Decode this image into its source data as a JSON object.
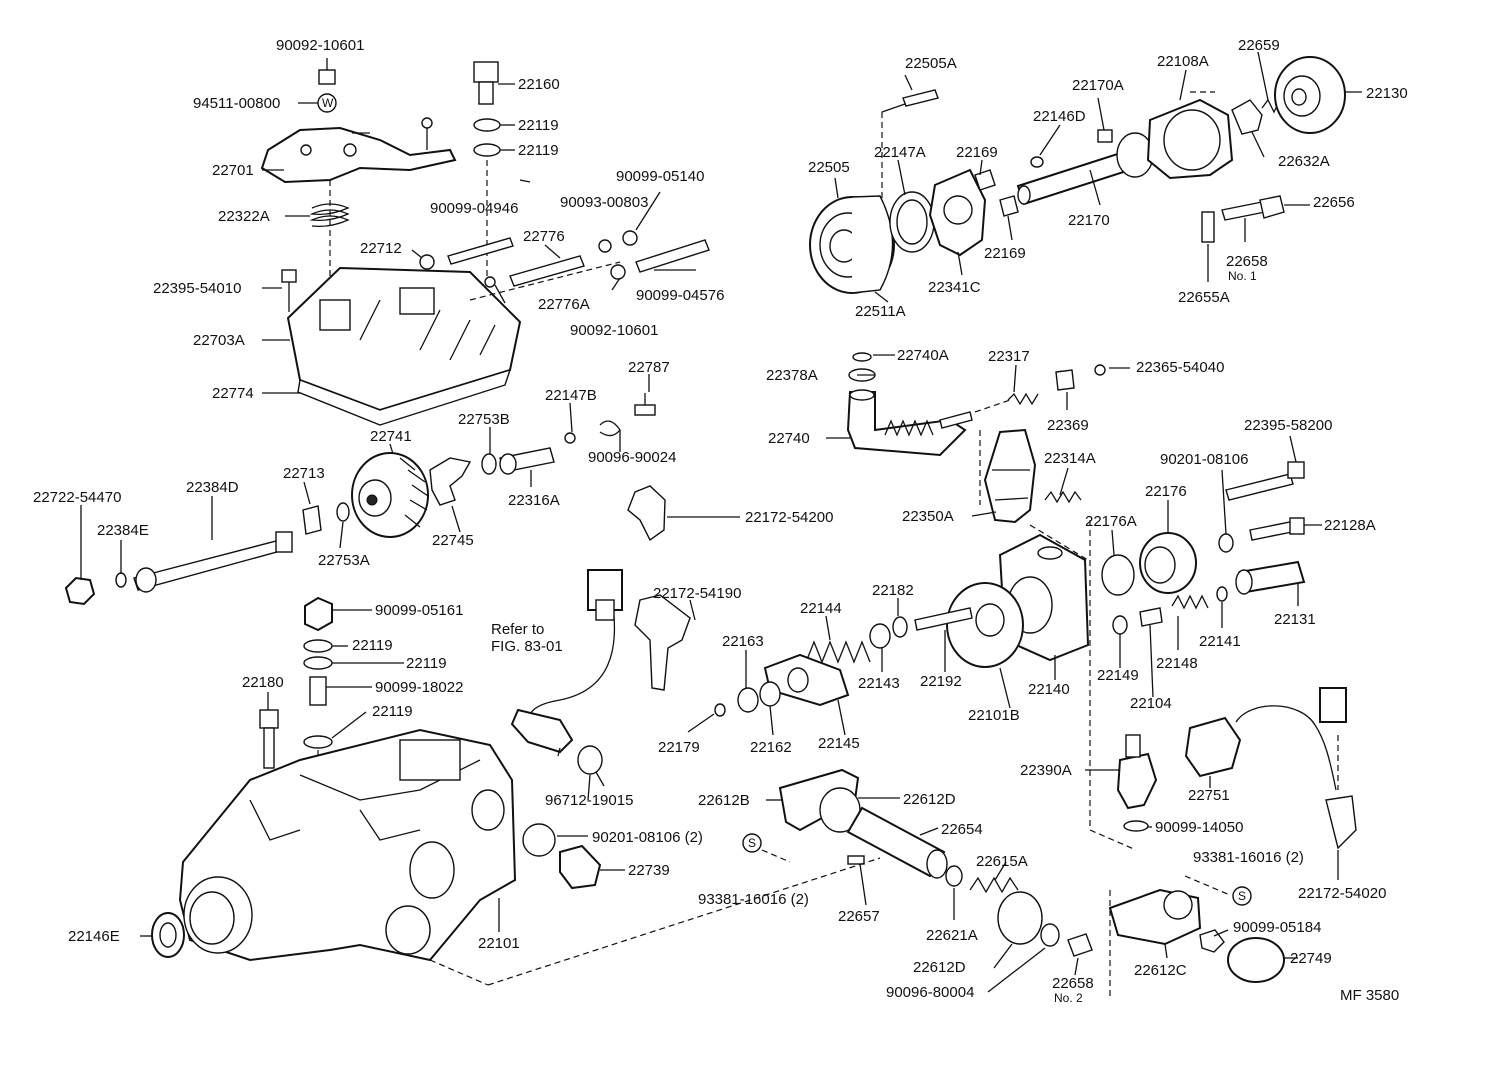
{
  "labels": [
    {
      "id": "l1",
      "text": "90092-10601"
    },
    {
      "id": "l2",
      "text": "94511-00800"
    },
    {
      "id": "l3",
      "text": "22701"
    },
    {
      "id": "l4",
      "text": "22322A"
    },
    {
      "id": "l5",
      "text": "22712"
    },
    {
      "id": "l6",
      "text": "22395-54010"
    },
    {
      "id": "l7",
      "text": "22703A"
    },
    {
      "id": "l8",
      "text": "22774"
    },
    {
      "id": "l9",
      "text": "22160"
    },
    {
      "id": "l10",
      "text": "22119"
    },
    {
      "id": "l11",
      "text": "22119"
    },
    {
      "id": "l12",
      "text": "90099-04946"
    },
    {
      "id": "l13",
      "text": "22776"
    },
    {
      "id": "l14",
      "text": "90093-00803"
    },
    {
      "id": "l15",
      "text": "90099-05140"
    },
    {
      "id": "l16",
      "text": "22776A"
    },
    {
      "id": "l17",
      "text": "90092-10601"
    },
    {
      "id": "l18",
      "text": "90099-04576"
    },
    {
      "id": "l19",
      "text": "22787"
    },
    {
      "id": "l20",
      "text": "22147B"
    },
    {
      "id": "l21",
      "text": "22753B"
    },
    {
      "id": "l22",
      "text": "22741"
    },
    {
      "id": "l23",
      "text": "90096-90024"
    },
    {
      "id": "l24",
      "text": "22316A"
    },
    {
      "id": "l25",
      "text": "22745"
    },
    {
      "id": "l26",
      "text": "22172-54200"
    },
    {
      "id": "l27",
      "text": "22713"
    },
    {
      "id": "l28",
      "text": "22753A"
    },
    {
      "id": "l29",
      "text": "22384D"
    },
    {
      "id": "l30",
      "text": "22722-54470"
    },
    {
      "id": "l31",
      "text": "22384E"
    },
    {
      "id": "l32",
      "text": "90099-05161"
    },
    {
      "id": "l33",
      "text": "22119"
    },
    {
      "id": "l34",
      "text": "22119"
    },
    {
      "id": "l35",
      "text": "90099-18022"
    },
    {
      "id": "l36",
      "text": "22119"
    },
    {
      "id": "l37",
      "text": "22180"
    },
    {
      "id": "l38",
      "text": "Refer to"
    },
    {
      "id": "l39",
      "text": "FIG. 83-01"
    },
    {
      "id": "l40",
      "text": "22172-54190"
    },
    {
      "id": "l41",
      "text": "96712-19015"
    },
    {
      "id": "l42",
      "text": "90201-08106 (2)"
    },
    {
      "id": "l43",
      "text": "22739"
    },
    {
      "id": "l44",
      "text": "22101"
    },
    {
      "id": "l45",
      "text": "22146E"
    },
    {
      "id": "l46",
      "text": "22505A"
    },
    {
      "id": "l47",
      "text": "22170A"
    },
    {
      "id": "l48",
      "text": "22108A"
    },
    {
      "id": "l49",
      "text": "22659"
    },
    {
      "id": "l50",
      "text": "22130"
    },
    {
      "id": "l51",
      "text": "22146D"
    },
    {
      "id": "l52",
      "text": "22147A"
    },
    {
      "id": "l53",
      "text": "22169"
    },
    {
      "id": "l54",
      "text": "22505"
    },
    {
      "id": "l55",
      "text": "22632A"
    },
    {
      "id": "l56",
      "text": "22170"
    },
    {
      "id": "l57",
      "text": "22656"
    },
    {
      "id": "l58",
      "text": "22169"
    },
    {
      "id": "l59",
      "text": "22341C"
    },
    {
      "id": "l60",
      "text": "22658"
    },
    {
      "id": "l61",
      "text": "No. 1"
    },
    {
      "id": "l62",
      "text": "22655A"
    },
    {
      "id": "l63",
      "text": "22511A"
    },
    {
      "id": "l64",
      "text": "22740A"
    },
    {
      "id": "l65",
      "text": "22317"
    },
    {
      "id": "l66",
      "text": "22378A"
    },
    {
      "id": "l67",
      "text": "22365-54040"
    },
    {
      "id": "l68",
      "text": "22369"
    },
    {
      "id": "l69",
      "text": "22740"
    },
    {
      "id": "l70",
      "text": "22395-58200"
    },
    {
      "id": "l71",
      "text": "90201-08106"
    },
    {
      "id": "l72",
      "text": "22314A"
    },
    {
      "id": "l73",
      "text": "22176"
    },
    {
      "id": "l74",
      "text": "22350A"
    },
    {
      "id": "l75",
      "text": "22176A"
    },
    {
      "id": "l76",
      "text": "22128A"
    },
    {
      "id": "l77",
      "text": "22182"
    },
    {
      "id": "l78",
      "text": "22144"
    },
    {
      "id": "l79",
      "text": "22163"
    },
    {
      "id": "l80",
      "text": "22143"
    },
    {
      "id": "l81",
      "text": "22192"
    },
    {
      "id": "l82",
      "text": "22140"
    },
    {
      "id": "l83",
      "text": "22149"
    },
    {
      "id": "l84",
      "text": "22148"
    },
    {
      "id": "l85",
      "text": "22141"
    },
    {
      "id": "l86",
      "text": "22131"
    },
    {
      "id": "l87",
      "text": "22179"
    },
    {
      "id": "l88",
      "text": "22162"
    },
    {
      "id": "l89",
      "text": "22145"
    },
    {
      "id": "l90",
      "text": "22101B"
    },
    {
      "id": "l91",
      "text": "22104"
    },
    {
      "id": "l92",
      "text": "22390A"
    },
    {
      "id": "l93",
      "text": "22751"
    },
    {
      "id": "l94",
      "text": "22612B"
    },
    {
      "id": "l95",
      "text": "22612D"
    },
    {
      "id": "l96",
      "text": "22654"
    },
    {
      "id": "l97",
      "text": "90099-14050"
    },
    {
      "id": "l98",
      "text": "93381-16016 (2)"
    },
    {
      "id": "l99",
      "text": "22615A"
    },
    {
      "id": "l100",
      "text": "93381-16016 (2)"
    },
    {
      "id": "l101",
      "text": "22657"
    },
    {
      "id": "l102",
      "text": "22621A"
    },
    {
      "id": "l103",
      "text": "22612D"
    },
    {
      "id": "l104",
      "text": "90096-80004"
    },
    {
      "id": "l105",
      "text": "22658"
    },
    {
      "id": "l106",
      "text": "No. 2"
    },
    {
      "id": "l107",
      "text": "22612C"
    },
    {
      "id": "l108",
      "text": "90099-05184"
    },
    {
      "id": "l109",
      "text": "22749"
    },
    {
      "id": "l110",
      "text": "22172-54020"
    },
    {
      "id": "l111",
      "text": "MF  3580"
    }
  ],
  "symbols": {
    "washer_mark": "W",
    "screw_mark_1": "S",
    "screw_mark_2": "S"
  },
  "colors": {
    "ink": "#111111",
    "paper": "#ffffff"
  }
}
